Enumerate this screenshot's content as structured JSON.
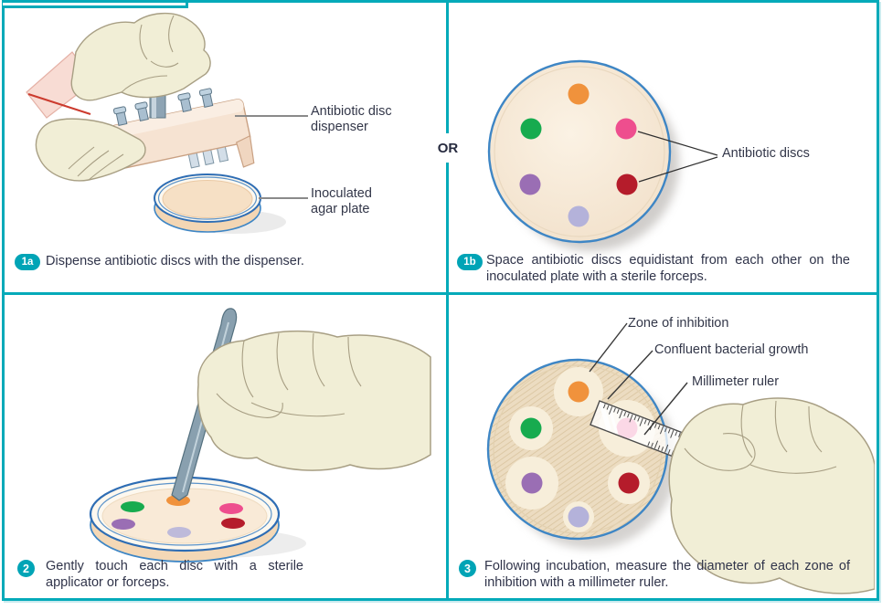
{
  "figure": {
    "or_label": "OR",
    "colors": {
      "frame_teal": "#04aab9",
      "badge_teal": "#00a4b6",
      "text_dark": "#30344a",
      "plate_rim_blue": "#3e86c5",
      "agar_cream": "#f8ecdb",
      "bacterial_lawn_tan": "#ecdcc1",
      "zone_cream": "#f7eeda",
      "glove_cream": "#f1eed6",
      "steel_gray": "#89a0af"
    },
    "discs": [
      {
        "name": "orange",
        "color": "#f0923c"
      },
      {
        "name": "green",
        "color": "#17ab4f"
      },
      {
        "name": "pink",
        "color": "#ee4e8e"
      },
      {
        "name": "purple",
        "color": "#9a6eb4"
      },
      {
        "name": "red",
        "color": "#b51c2b"
      },
      {
        "name": "lavender",
        "color": "#b4b2da"
      }
    ],
    "panel_1a": {
      "badge": "1a",
      "caption": "Dispense antibiotic discs with the dispenser.",
      "labels": {
        "dispenser": "Antibiotic disc dispenser",
        "plate": "Inoculated agar plate"
      }
    },
    "panel_1b": {
      "badge": "1b",
      "caption": "Space antibiotic discs equidistant from each other on the inoculated plate with a sterile forceps.",
      "labels": {
        "discs": "Antibiotic discs"
      }
    },
    "panel_2": {
      "badge": "2",
      "caption": "Gently touch each disc with a sterile applicator or forceps."
    },
    "panel_3": {
      "badge": "3",
      "caption": "Following incubation, measure the diameter of each zone of inhibition with a millimeter ruler.",
      "labels": {
        "zone": "Zone of inhibition",
        "growth": "Confluent bacterial growth",
        "ruler": "Millimeter ruler"
      }
    }
  }
}
